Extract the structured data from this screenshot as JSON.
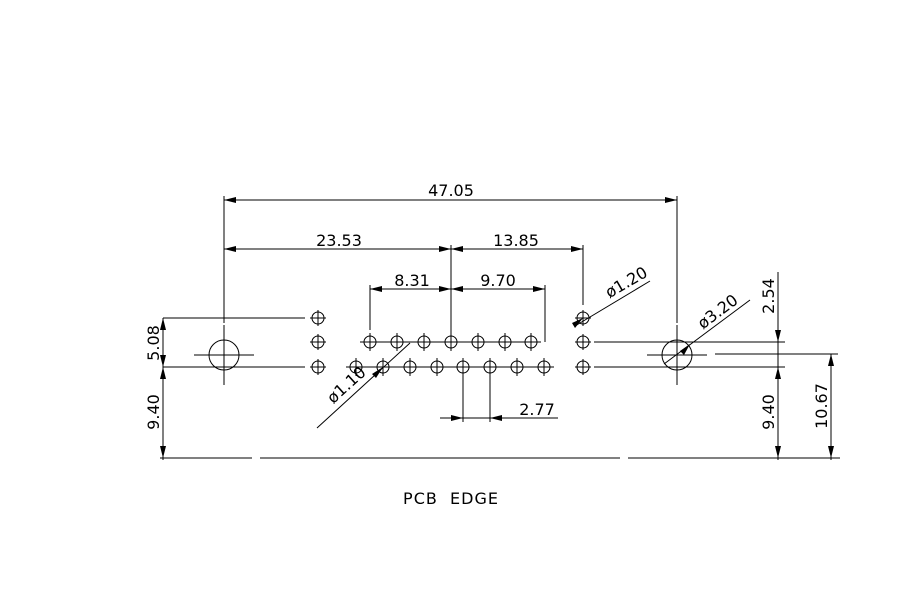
{
  "drawing": {
    "line_color": "#000000",
    "background": "#ffffff",
    "dimensions": {
      "overall_width": "47.05",
      "left_to_center": "23.53",
      "center_to_right_pins": "13.85",
      "left_pin_span": "8.31",
      "right_pin_span": "9.70",
      "pin_pitch": "2.77",
      "row_spacing": "5.08",
      "left_edge_distance": "9.40",
      "right_edge_distance": "9.40",
      "mount_edge_distance": "10.67",
      "pin_offset": "2.54",
      "signal_hole_dia": "ø1.10",
      "ground_hole_dia": "ø1.20",
      "mount_hole_dia": "ø3.20"
    },
    "edge_label": "PCB  EDGE"
  }
}
